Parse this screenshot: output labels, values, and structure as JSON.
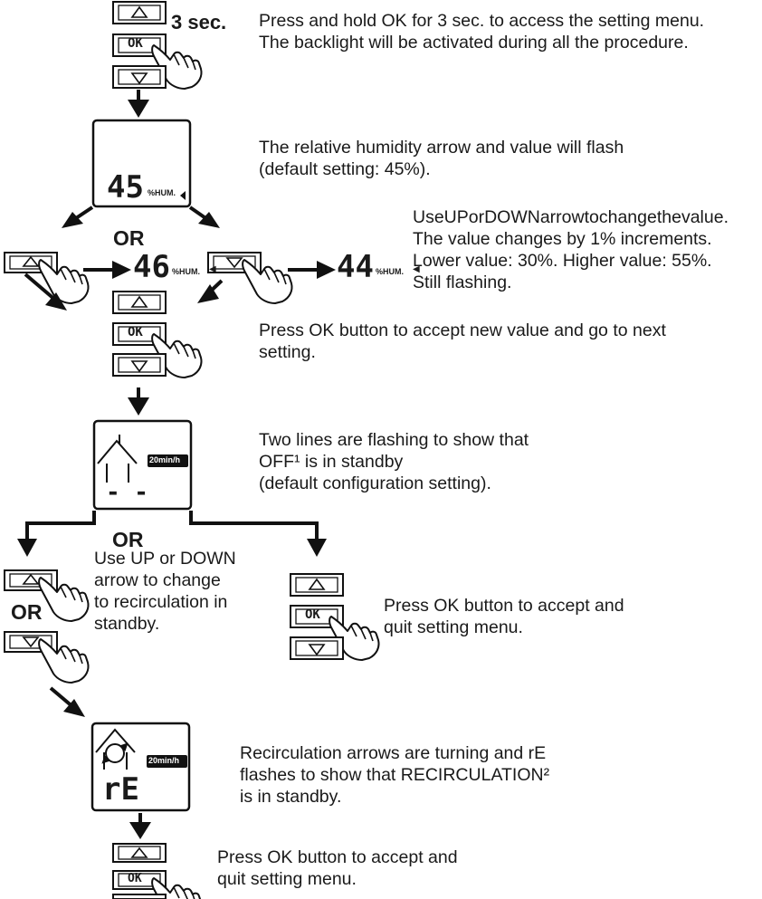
{
  "steps": {
    "hold": {
      "duration": "3 sec.",
      "line1": "Press and hold OK for 3 sec. to access the setting menu.",
      "line2": "The backlight will be activated during all the procedure."
    },
    "humidity_flash": {
      "line1": "The relative humidity arrow and value will flash",
      "line2": "(default setting: 45%)."
    },
    "change_value": {
      "line1": "UseUPorDOWNarrowtochangethevalue.",
      "line2": "The value changes by 1% increments.",
      "line3": "Lower value: 30%. Higher value: 55%.",
      "line4": "Still flashing."
    },
    "accept_next": {
      "line1": "Press OK button to accept new value and go to next",
      "line2": "setting."
    },
    "two_lines": {
      "line1": "Two lines are flashing to show that",
      "line2": "OFF¹ is in standby",
      "line3": "(default configuration setting)."
    },
    "updown_recirc": {
      "line1": "Use UP or DOWN",
      "line2": "arrow to change",
      "line3": "to recirculation in",
      "line4": "standby."
    },
    "accept_quit_1": {
      "line1": "Press OK button to accept and",
      "line2": "quit setting menu."
    },
    "recirc_desc": {
      "line1": "Recirculation arrows are turning and rE",
      "line2": "flashes to show that RECIRCULATION²",
      "line3": "is in standby."
    },
    "accept_quit_2": {
      "line1": "Press OK button to accept and",
      "line2": "quit setting menu."
    }
  },
  "labels": {
    "or": "OR",
    "ok": "OK",
    "hum_unit": "%HUM.",
    "rate_badge": "20min/h",
    "values": {
      "default": "45",
      "up": "46",
      "down": "44"
    },
    "off_code": "- -",
    "recirc_code": "rE"
  },
  "icons": [
    "up-arrow-icon",
    "down-arrow-icon",
    "ok-button-icon",
    "pointing-hand-icon",
    "house-icon",
    "recirculation-icon"
  ]
}
